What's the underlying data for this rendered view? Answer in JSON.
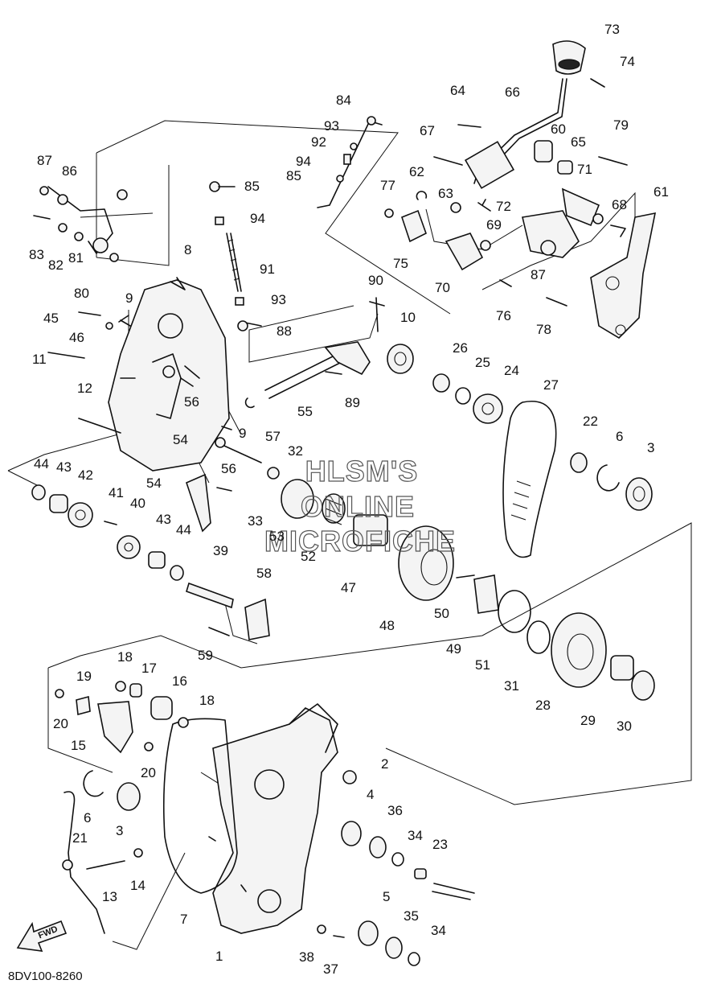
{
  "watermark": [
    "HLSM'S",
    "ONLINE",
    "MICROFICHE"
  ],
  "document_id": "8DV100-8260",
  "direction_indicator": "FWD",
  "callouts": [
    "73",
    "74",
    "64",
    "66",
    "67",
    "60",
    "65",
    "79",
    "84",
    "93",
    "92",
    "94",
    "85",
    "87",
    "86",
    "83",
    "82",
    "81",
    "80",
    "85",
    "94",
    "91",
    "93",
    "88",
    "8",
    "9",
    "45",
    "46",
    "11",
    "12",
    "90",
    "10",
    "62",
    "77",
    "63",
    "72",
    "69",
    "71",
    "68",
    "61",
    "75",
    "70",
    "87",
    "76",
    "78",
    "26",
    "25",
    "24",
    "27",
    "22",
    "6",
    "3",
    "56",
    "57",
    "55",
    "89",
    "54",
    "9",
    "32",
    "44",
    "43",
    "42",
    "41",
    "40",
    "54",
    "56",
    "33",
    "53",
    "52",
    "47",
    "43",
    "44",
    "39",
    "58",
    "59",
    "48",
    "50",
    "49",
    "51",
    "31",
    "28",
    "29",
    "30",
    "18",
    "17",
    "16",
    "19",
    "18",
    "20",
    "15",
    "20",
    "6",
    "3",
    "2",
    "4",
    "36",
    "34",
    "23",
    "21",
    "13",
    "14",
    "7",
    "5",
    "35",
    "34",
    "38",
    "37",
    "1"
  ]
}
